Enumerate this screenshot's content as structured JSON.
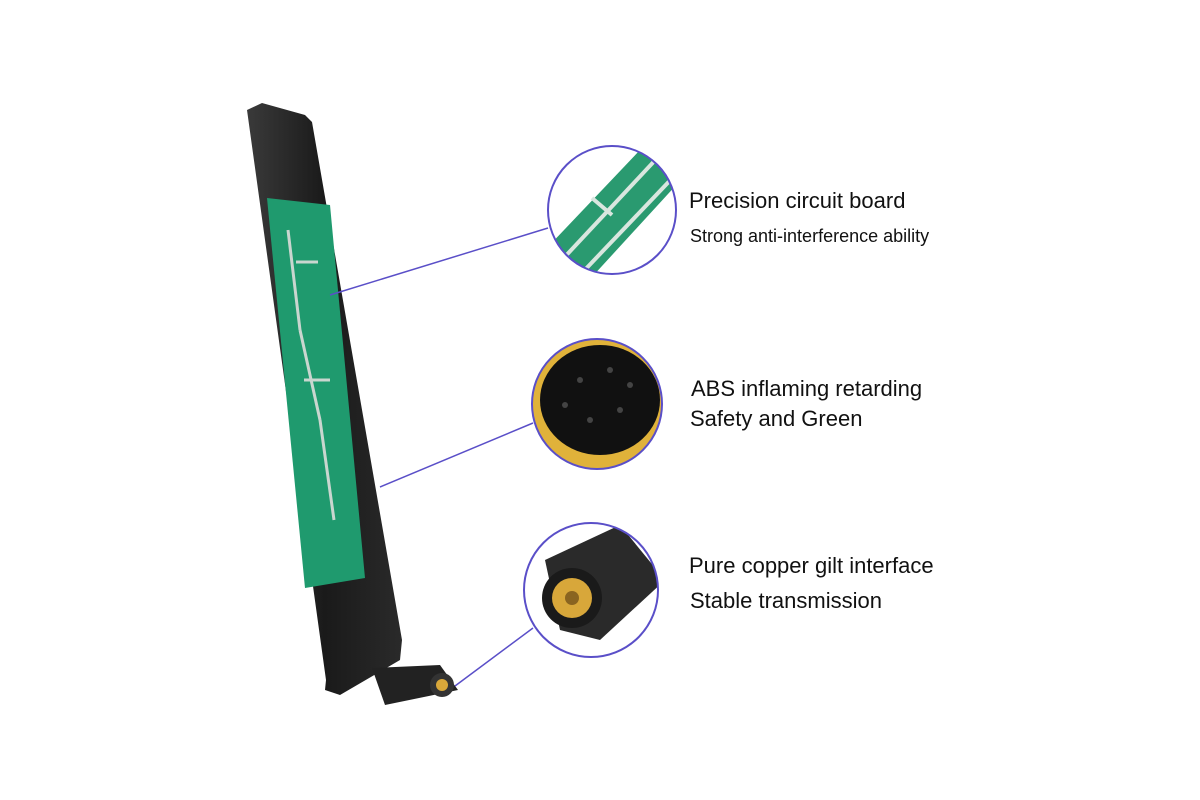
{
  "features": [
    {
      "title": "Precision circuit board",
      "subtitle": "Strong anti-interference ability",
      "icon": "circuit-board-closeup"
    },
    {
      "title": "ABS inflaming retarding",
      "subtitle": "Safety and Green",
      "icon": "abs-pellets-closeup"
    },
    {
      "title": "Pure copper gilt interface",
      "subtitle": "Stable transmission",
      "icon": "sma-connector-closeup"
    }
  ],
  "colors": {
    "callout_line": "#5a4fc8",
    "circle_border": "#5a4fc8",
    "pcb_green": "#1f9a6e",
    "antenna_body": "#1c1c1c",
    "gold": "#d8a73a"
  }
}
